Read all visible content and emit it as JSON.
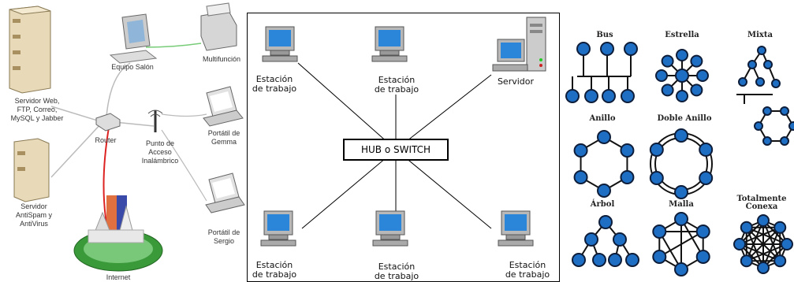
{
  "panel1": {
    "servidor_web": "Servidor Web,\nFTP, Correo,\nMySQL y Jabber",
    "equipo_salon": "Equipo Salón",
    "multifuncion": "Multifunción",
    "router": "Router",
    "punto_acceso": "Punto de\nAcceso\nInalámbrico",
    "portatil_gemma": "Portátil de\nGemma",
    "servidor_antispam": "Servidor\nAntiSpam y\nAntiVirus",
    "portatil_sergio": "Portátil de\nSergio",
    "internet": "Internet"
  },
  "panel2": {
    "hub": "HUB o SWITCH",
    "top_left": "Estación\nde trabajo",
    "top_mid": "Estación\nde trabajo",
    "server": "Servidor",
    "bot_left": "Estación\nde trabajo",
    "bot_mid": "Estación\nde trabajo",
    "bot_right": "Estación\nde trabajo"
  },
  "panel3": {
    "bus": "Bus",
    "estrella": "Estrella",
    "mixta": "Mixta",
    "anillo": "Anillo",
    "doble_anillo": "Doble Anillo",
    "arbol": "Árbol",
    "malla": "Malla",
    "totalmente_conexa": "Totalmente\nConexa"
  },
  "colors": {
    "node_fill": "#1e6fc4",
    "node_stroke": "#0d1d3a",
    "wan_line": "#d22",
    "lan_line": "#7a7"
  }
}
